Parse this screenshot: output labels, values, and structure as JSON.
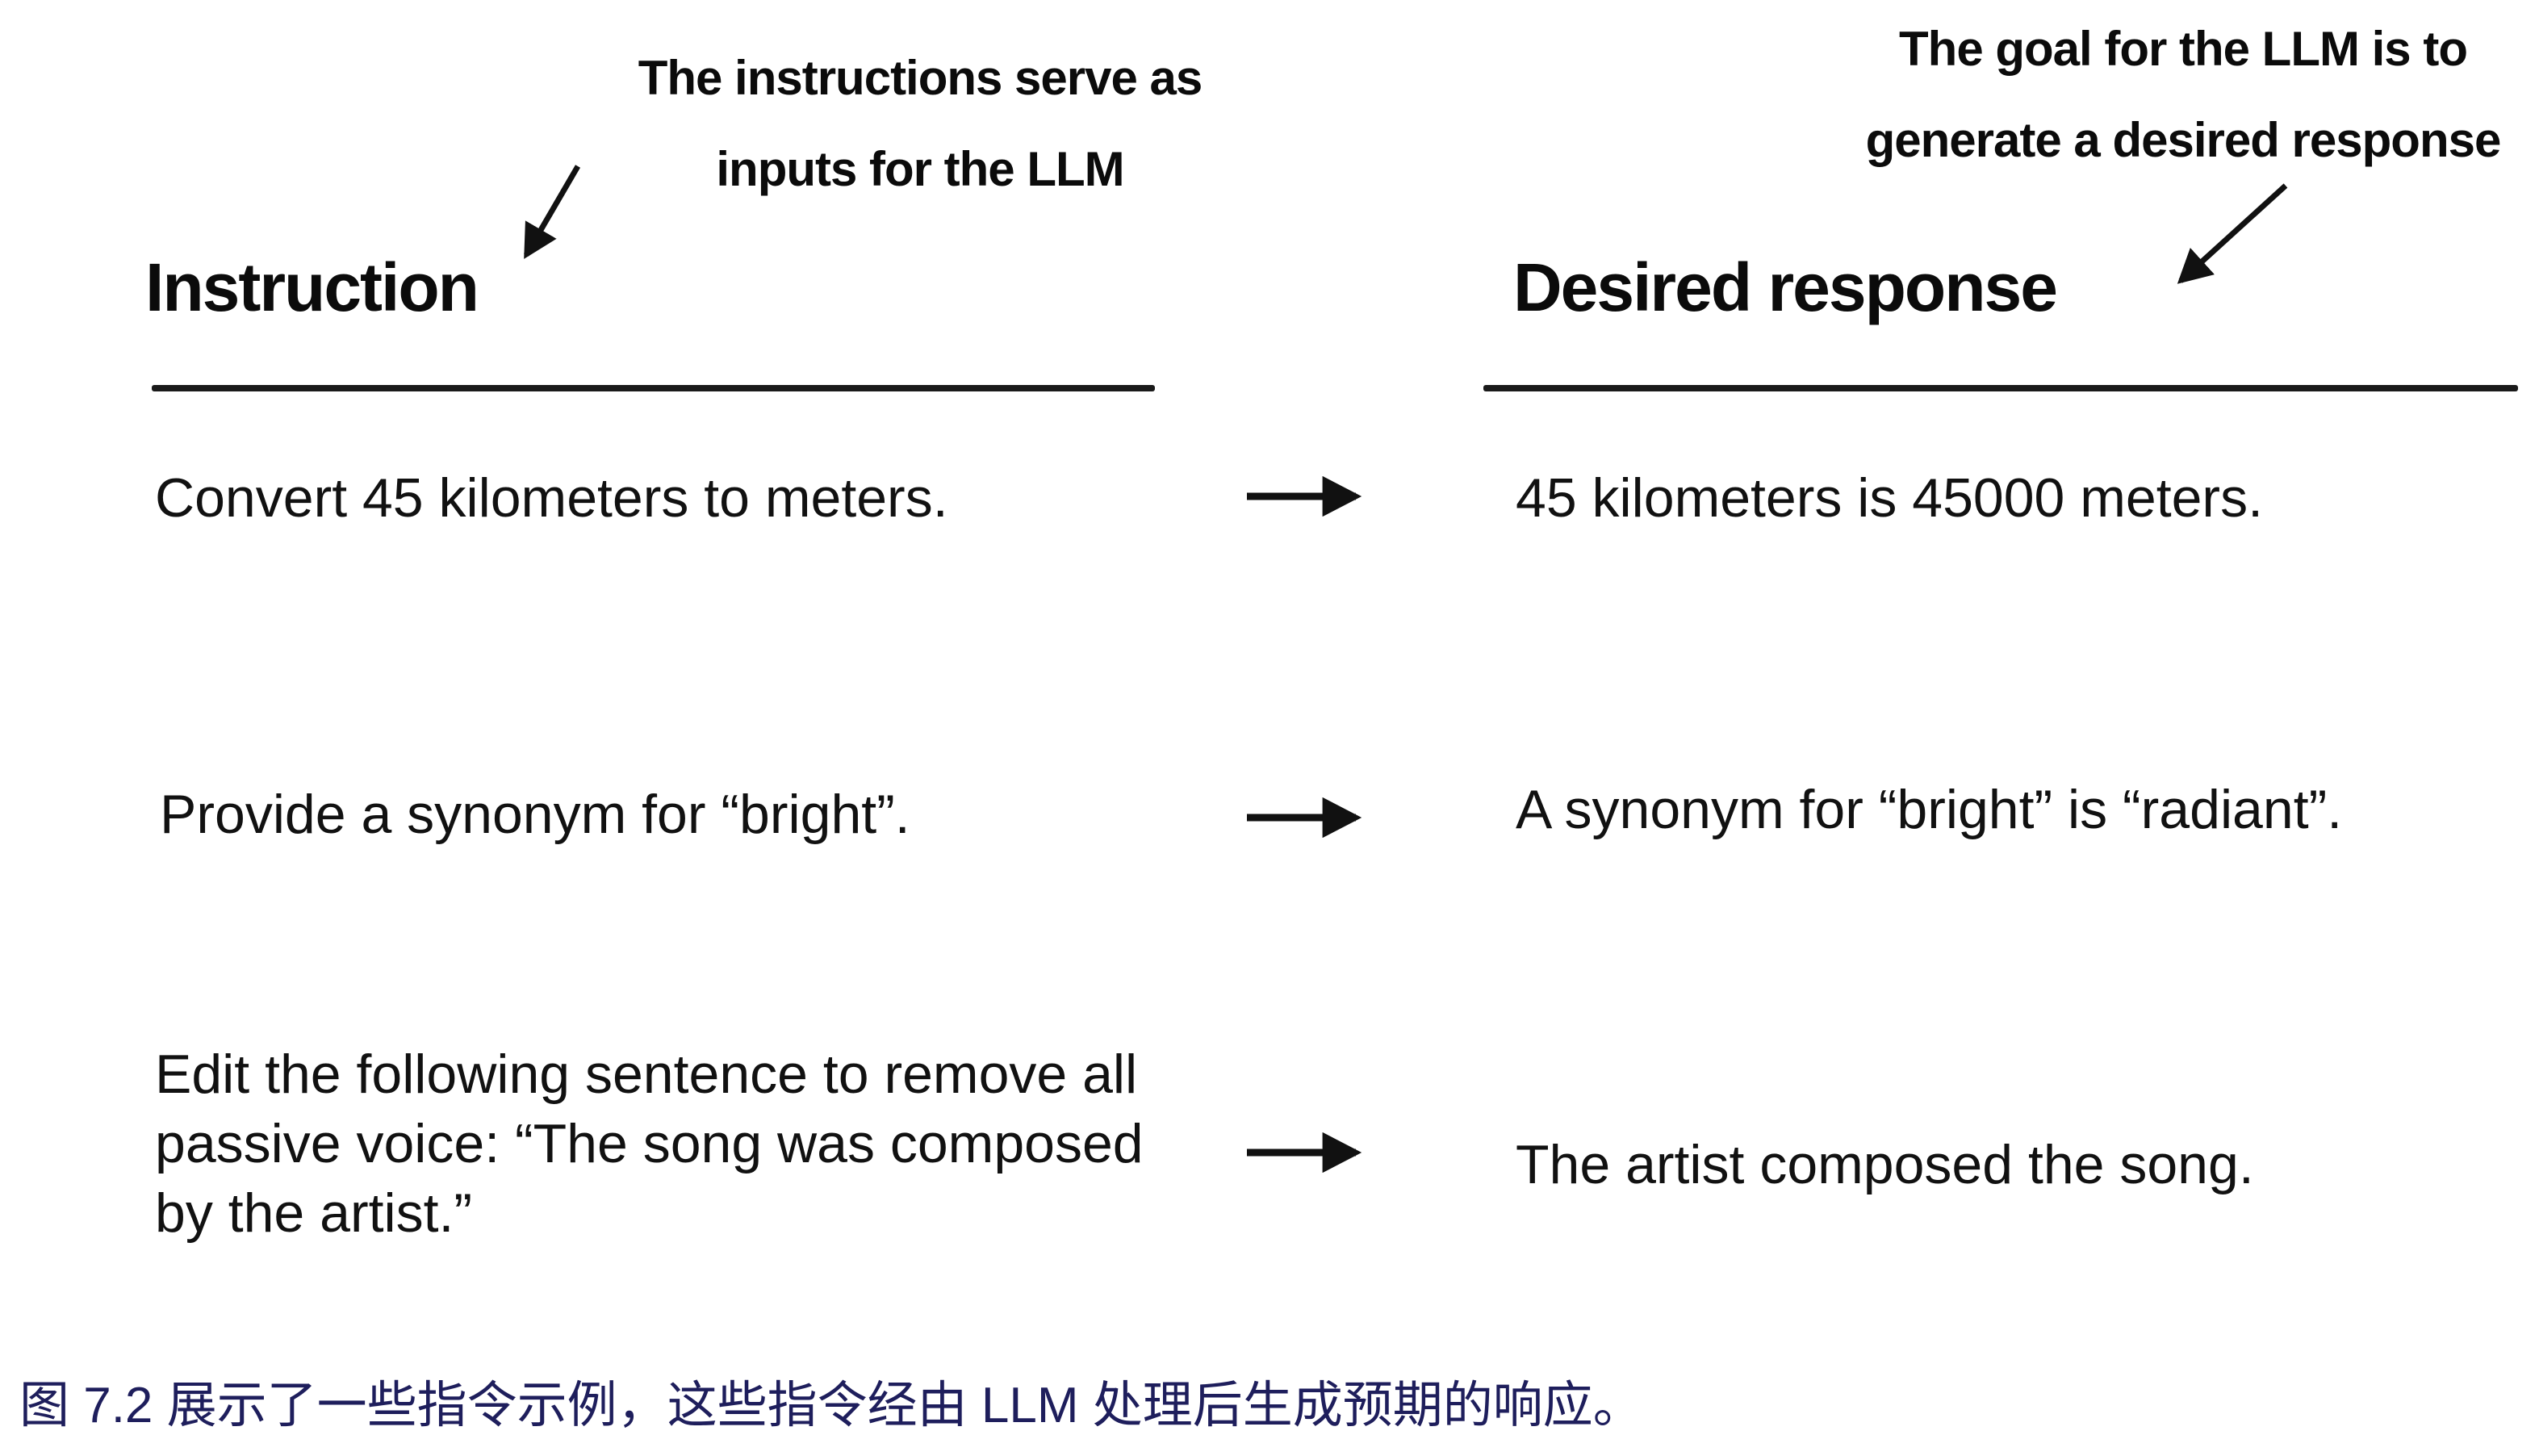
{
  "page": {
    "background_color": "#ffffff",
    "text_color": "#111111"
  },
  "figure": {
    "annotations": {
      "left": {
        "line1": "The instructions serve as",
        "line2": "inputs for the LLM"
      },
      "right": {
        "line1": "The goal for the LLM is to",
        "line2": "generate a desired response"
      }
    },
    "headers": {
      "instruction": "Instruction",
      "response": "Desired response"
    },
    "rows": [
      {
        "instruction": "Convert 45 kilometers to meters.",
        "response": "45 kilometers is 45000 meters."
      },
      {
        "instruction": "Provide a synonym for “bright”.",
        "response": "A synonym for “bright” is “radiant”."
      },
      {
        "instruction": "Edit the following sentence to remove all passive voice: “The song was composed by the artist.”",
        "response": "The artist composed the song."
      }
    ],
    "icons": {
      "flow_arrow": "→",
      "annotation_arrow_left": "↙",
      "annotation_arrow_right": "↙"
    },
    "line_color": "#1a1a1a"
  },
  "caption": {
    "text": "图 7.2 展示了一些指令示例，这些指令经由 LLM 处理后生成预期的响应。",
    "color": "#1e1e5c"
  }
}
